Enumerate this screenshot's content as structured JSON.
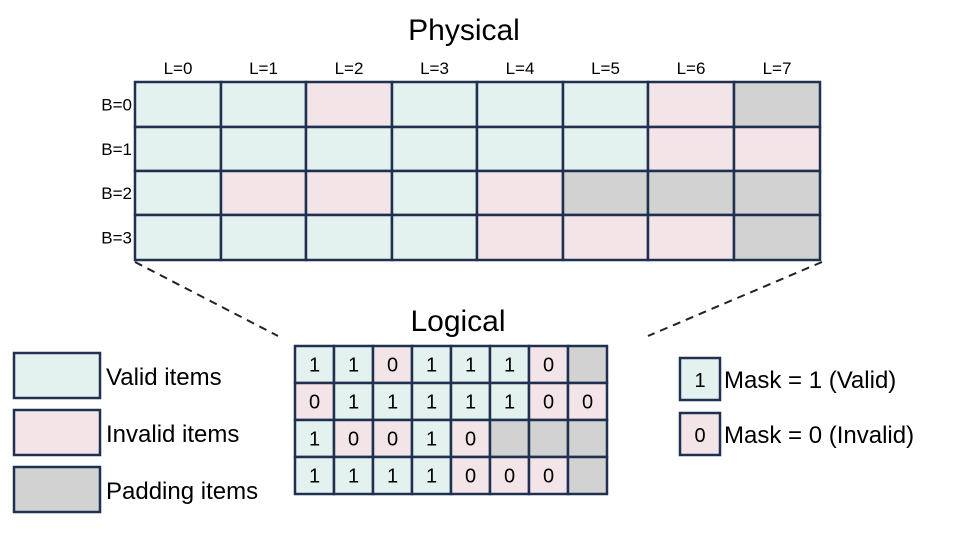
{
  "physical": {
    "title": "Physical",
    "col_labels": [
      "L=0",
      "L=1",
      "L=2",
      "L=3",
      "L=4",
      "L=5",
      "L=6",
      "L=7"
    ],
    "row_labels": [
      "B=0",
      "B=1",
      "B=2",
      "B=3"
    ],
    "grid": [
      [
        "v",
        "v",
        "i",
        "v",
        "v",
        "v",
        "i",
        "p"
      ],
      [
        "v",
        "v",
        "v",
        "v",
        "v",
        "v",
        "i",
        "i"
      ],
      [
        "v",
        "i",
        "i",
        "v",
        "i",
        "p",
        "p",
        "p"
      ],
      [
        "v",
        "v",
        "v",
        "v",
        "i",
        "i",
        "i",
        "p"
      ]
    ]
  },
  "logical": {
    "title": "Logical",
    "rows": [
      [
        [
          "1",
          "v"
        ],
        [
          "1",
          "v"
        ],
        [
          "0",
          "i"
        ],
        [
          "1",
          "v"
        ],
        [
          "1",
          "v"
        ],
        [
          "1",
          "v"
        ],
        [
          "0",
          "i"
        ],
        [
          "",
          "p"
        ]
      ],
      [
        [
          "0",
          "i"
        ],
        [
          "1",
          "v"
        ],
        [
          "1",
          "v"
        ],
        [
          "1",
          "v"
        ],
        [
          "1",
          "v"
        ],
        [
          "1",
          "v"
        ],
        [
          "0",
          "i"
        ],
        [
          "0",
          "i"
        ]
      ],
      [
        [
          "1",
          "v"
        ],
        [
          "0",
          "i"
        ],
        [
          "0",
          "i"
        ],
        [
          "1",
          "v"
        ],
        [
          "0",
          "i"
        ],
        [
          "",
          "p"
        ],
        [
          "",
          "p"
        ],
        [
          "",
          "p"
        ]
      ],
      [
        [
          "1",
          "v"
        ],
        [
          "1",
          "v"
        ],
        [
          "1",
          "v"
        ],
        [
          "1",
          "v"
        ],
        [
          "0",
          "i"
        ],
        [
          "0",
          "i"
        ],
        [
          "0",
          "i"
        ],
        [
          "",
          "p"
        ]
      ]
    ]
  },
  "legend_left": [
    {
      "type": "v",
      "label": "Valid items"
    },
    {
      "type": "i",
      "label": "Invalid items"
    },
    {
      "type": "p",
      "label": "Padding items"
    }
  ],
  "legend_right": [
    {
      "type": "v",
      "value": "1",
      "label": "Mask = 1 (Valid)"
    },
    {
      "type": "i",
      "value": "0",
      "label": "Mask = 0 (Invalid)"
    }
  ],
  "colors": {
    "valid": "#e3f2ef",
    "invalid": "#f3e4e8",
    "padding": "#d2d2d2",
    "border": "#1f3050"
  }
}
